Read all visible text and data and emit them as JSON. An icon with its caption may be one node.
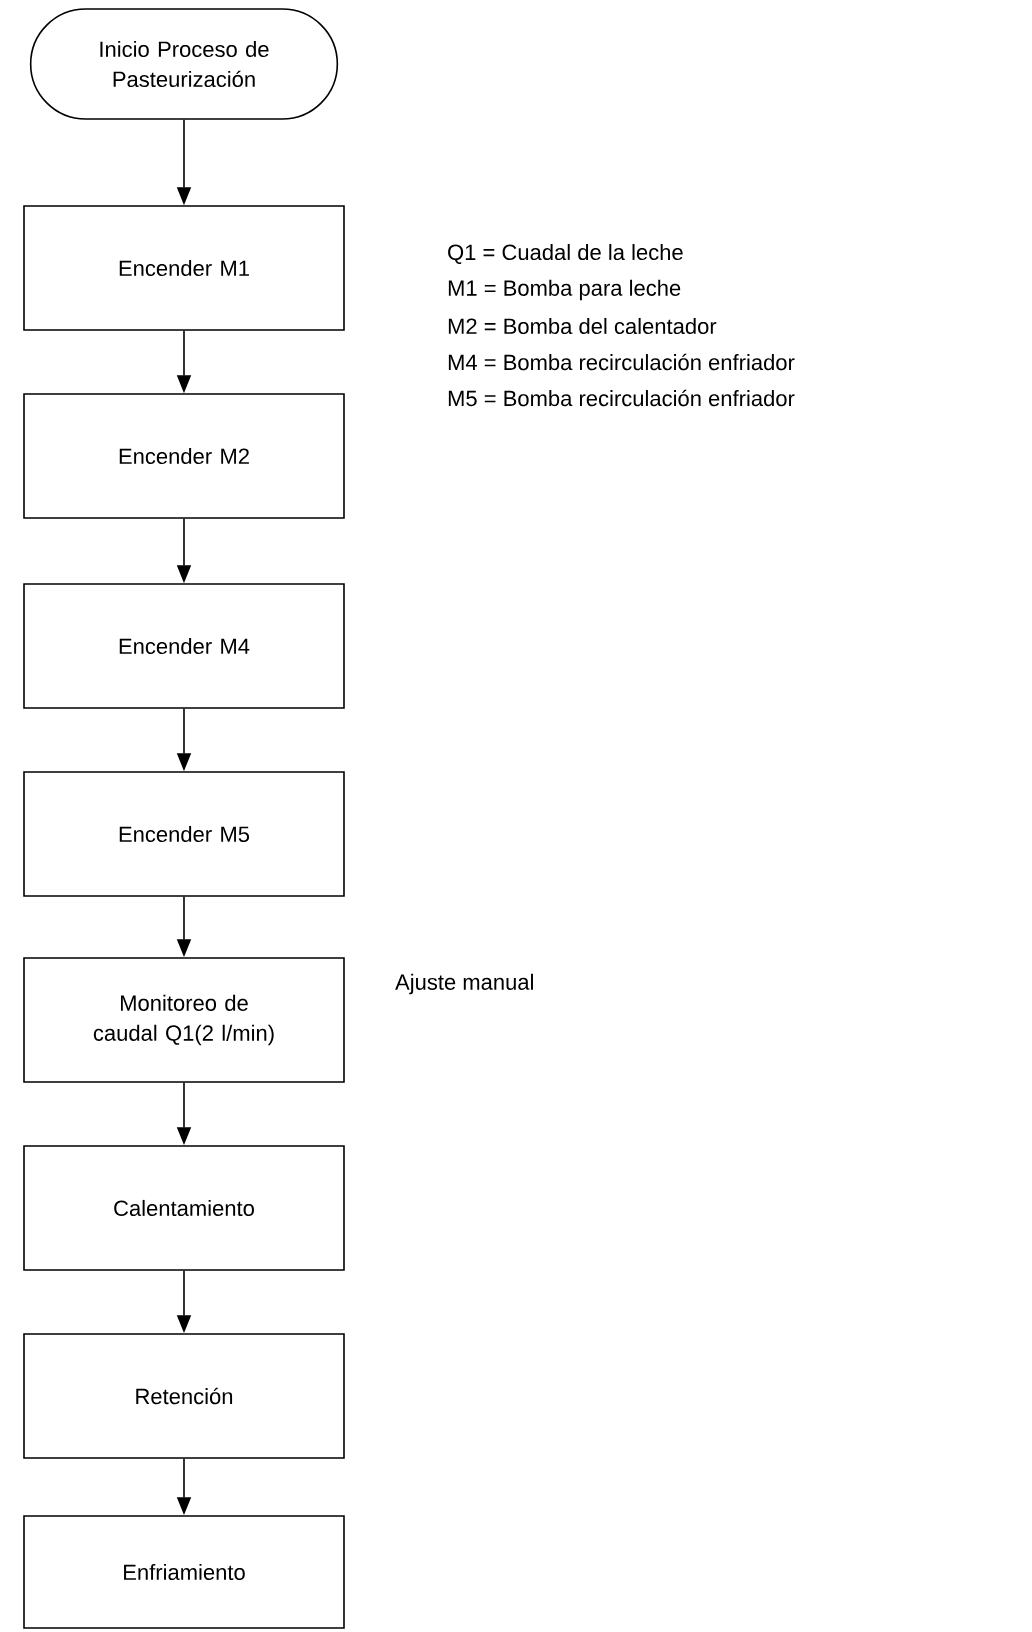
{
  "diagram": {
    "nodes": [
      {
        "text": [
          "Inicio Proceso de Pasteurización"
        ]
      },
      {
        "text": [
          "Encender M1"
        ]
      },
      {
        "text": [
          "Encender M2"
        ]
      },
      {
        "text": [
          "Encender M4"
        ]
      },
      {
        "text": [
          "Encender M5"
        ]
      },
      {
        "text": [
          "Monitoreo de caudal Q1(2 l/min)"
        ],
        "beside": [
          "Ajuste manual"
        ]
      },
      {
        "text": [
          "Calentamiento"
        ]
      },
      {
        "text": [
          "Retención"
        ]
      },
      {
        "text": [
          "Enfriamiento"
        ]
      }
    ],
    "edges": [
      {
        "from": 0,
        "to": 1,
        "arrow": "to"
      },
      {
        "from": 1,
        "to": 2,
        "arrow": "to"
      },
      {
        "from": 2,
        "to": 3,
        "arrow": "to"
      },
      {
        "from": 3,
        "to": 4,
        "arrow": "to"
      },
      {
        "from": 4,
        "to": 5,
        "arrow": "to"
      },
      {
        "from": 5,
        "to": 6,
        "arrow": "to"
      },
      {
        "from": 6,
        "to": 7,
        "arrow": "to"
      },
      {
        "from": 7,
        "to": 8,
        "arrow": "to"
      }
    ],
    "labels": [
      "Q1 = Cuadal de la leche",
      "M1 = Bomba para leche",
      "M2 = Bomba del calentador",
      "M4 = Bomba recirculación enfriador",
      "M5 = Bomba recirculación enfriador"
    ]
  }
}
